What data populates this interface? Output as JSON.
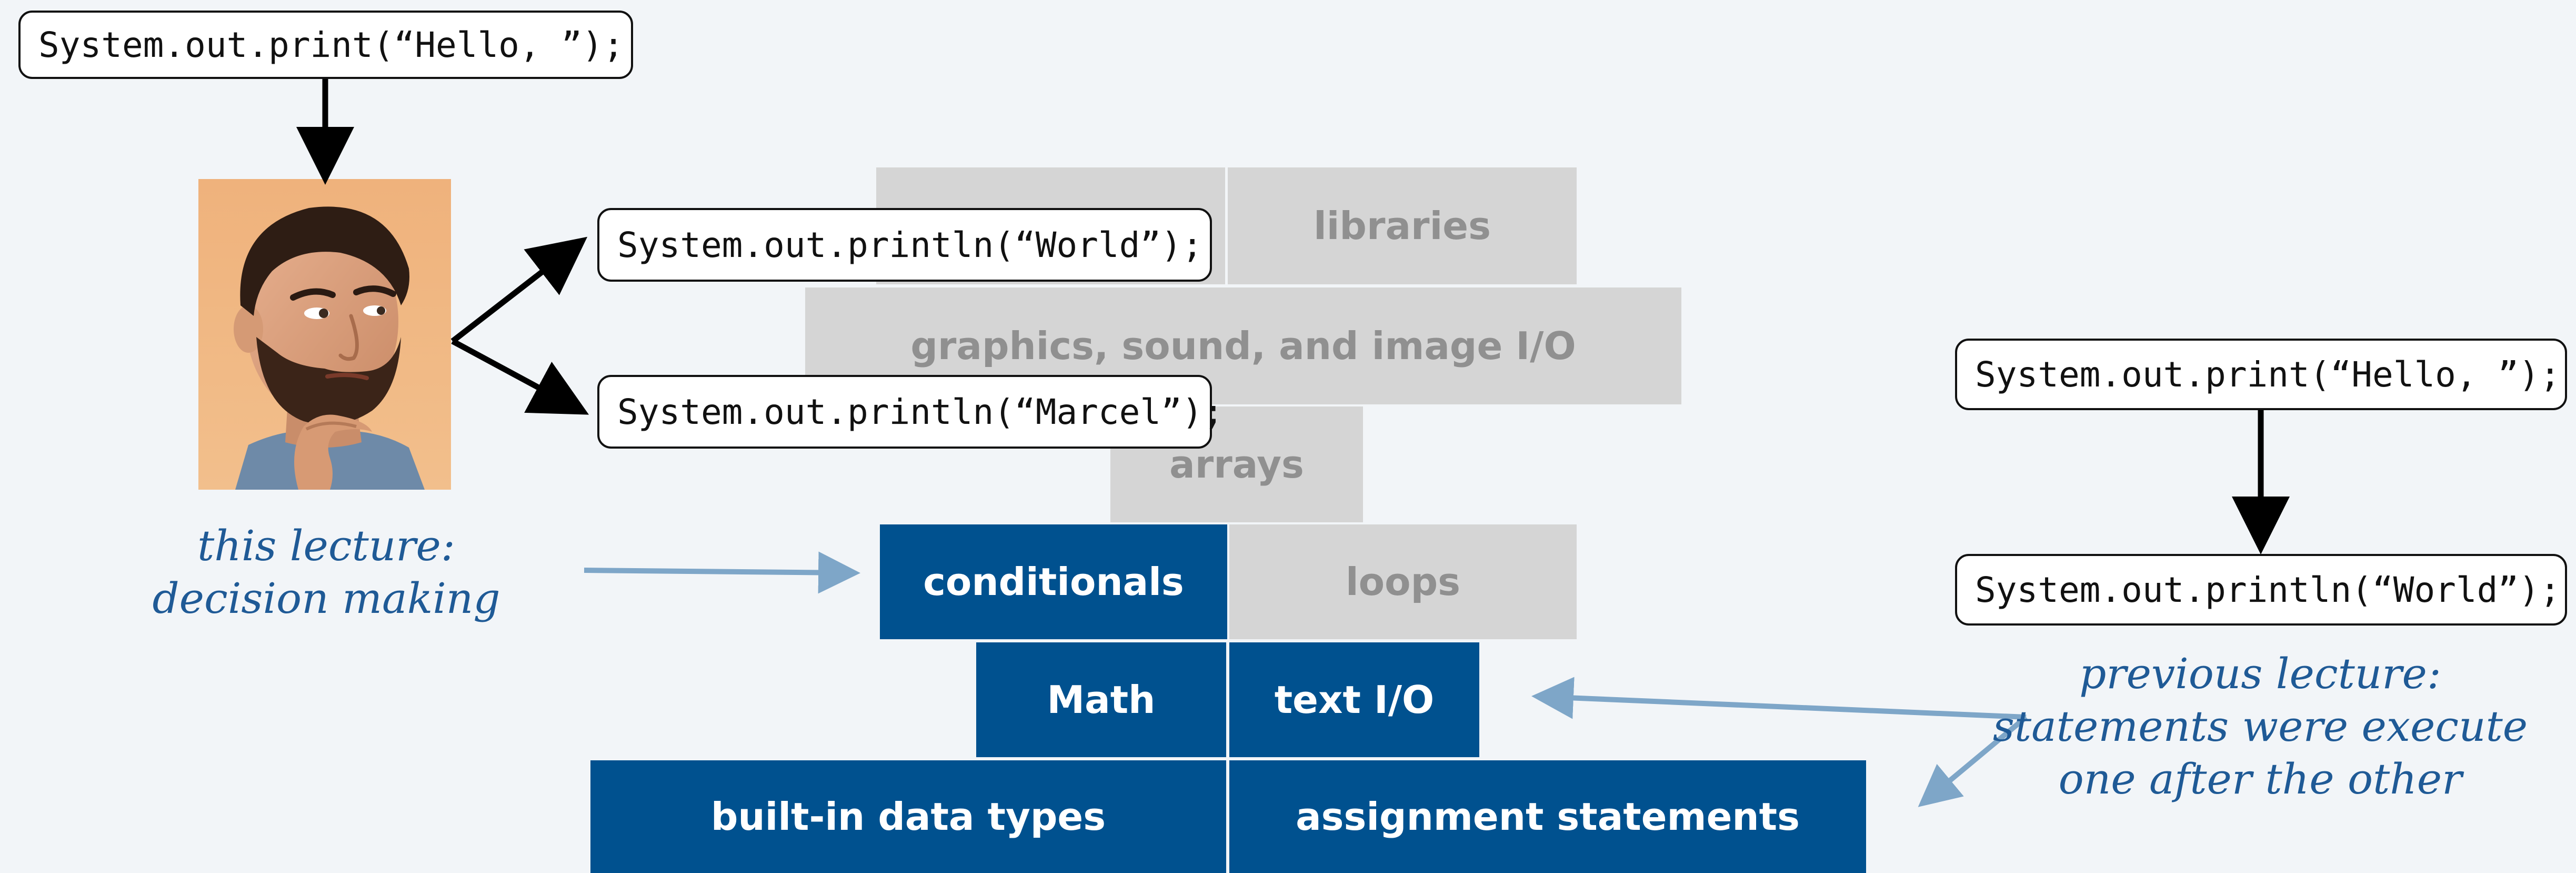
{
  "code": {
    "top_print": "System.out.print(“Hello, ”);",
    "println_world": "System.out.println(“World”);",
    "println_marcel": "System.out.println(“Marcel”);",
    "right_print": "System.out.print(“Hello, ”);",
    "right_println": "System.out.println(“World”);"
  },
  "stack": {
    "libraries": "libraries",
    "graphics": "graphics, sound, and image I/O",
    "arrays": "arrays",
    "conditionals": "conditionals",
    "loops": "loops",
    "math": "Math",
    "text_io": "text I/O",
    "builtin": "built-in data types",
    "assignment": "assignment statements"
  },
  "captions": {
    "this_lecture_line1": "this lecture:",
    "this_lecture_line2": "decision making",
    "previous_line1": "previous lecture:",
    "previous_line2": "statements were execute",
    "previous_line3": "one after the other"
  },
  "colors": {
    "background": "#f2f5f8",
    "block_blue": "#00518f",
    "block_grey": "#d5d5d5",
    "grey_text": "#909090",
    "caption": "#1f5a96",
    "pointer_arrow": "#7ea6c8"
  }
}
